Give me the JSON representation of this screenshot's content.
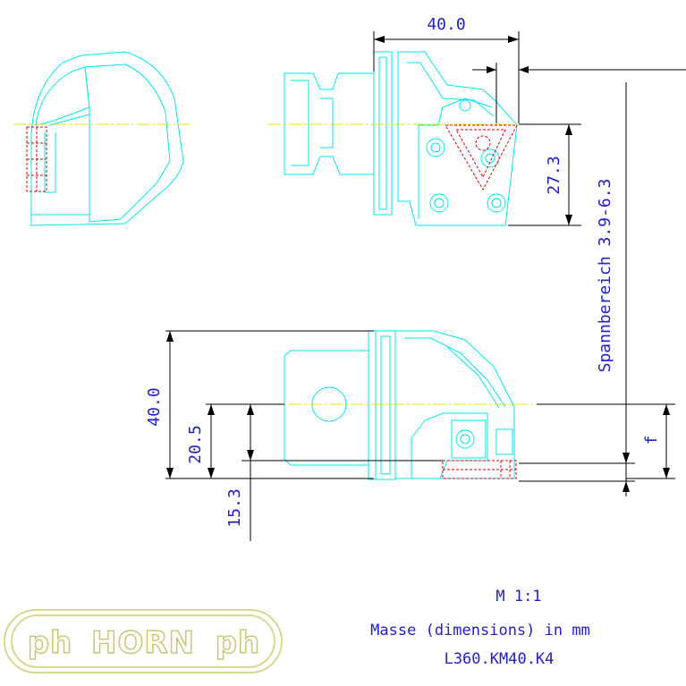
{
  "dimensions": {
    "width_top": "40.0",
    "height_insert": "27.3",
    "clamping_range": "Spannbereich 3.9-6.3",
    "height_side": "40.0",
    "height_center": "20.5",
    "height_bottom": "15.3",
    "f_label": "f"
  },
  "notes": {
    "scale": "M 1:1",
    "units": "Masse (dimensions) in mm",
    "part_number": "L360.KM40.K4"
  },
  "logo": {
    "left_mark": "ph",
    "brand": "HORN",
    "right_mark": "ph"
  },
  "colors": {
    "outline": "#00e5ee",
    "dimension_lines": "#000000",
    "dimension_text": "#2020c8",
    "hidden_lines": "#e00000",
    "centerline": "#e6e600",
    "logo": "#d8d890"
  }
}
